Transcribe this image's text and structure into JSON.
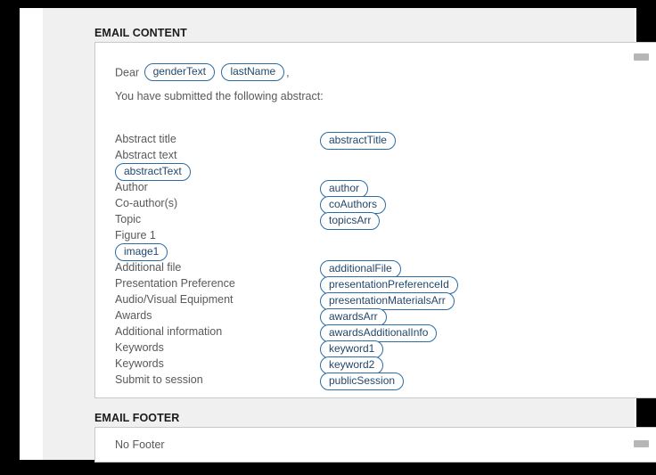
{
  "sections": {
    "content_heading": "EMAIL CONTENT",
    "footer_heading": "EMAIL FOOTER"
  },
  "email_body": {
    "salutation_prefix": "Dear",
    "salutation_tokens": [
      "genderText",
      "lastName"
    ],
    "salutation_suffix": ",",
    "intro_line": "You have submitted the following abstract:"
  },
  "fields": [
    {
      "label": "Abstract title",
      "token": "abstractTitle",
      "stacked": false
    },
    {
      "label": "Abstract text",
      "token": "abstractText",
      "stacked": true
    },
    {
      "label": "Author",
      "token": "author",
      "stacked": false
    },
    {
      "label": "Co-author(s)",
      "token": "coAuthors",
      "stacked": false
    },
    {
      "label": "Topic",
      "token": "topicsArr",
      "stacked": false
    },
    {
      "label": "Figure 1",
      "token": "image1",
      "stacked": true
    },
    {
      "label": "Additional file",
      "token": "additionalFile",
      "stacked": false
    },
    {
      "label": "Presentation Preference",
      "token": "presentationPreferenceId",
      "stacked": false
    },
    {
      "label": "Audio/Visual Equipment",
      "token": "presentationMaterialsArr",
      "stacked": false
    },
    {
      "label": "Awards",
      "token": "awardsArr",
      "stacked": false
    },
    {
      "label": "Additional information",
      "token": "awardsAdditionalInfo",
      "stacked": false
    },
    {
      "label": "Keywords",
      "token": "keyword1",
      "stacked": false
    },
    {
      "label": "Keywords",
      "token": "keyword2",
      "stacked": false
    },
    {
      "label": "Submit to session",
      "token": "publicSession",
      "stacked": false
    }
  ],
  "footer": {
    "text": "No Footer"
  },
  "icons": {
    "minimize": "minimize-icon"
  },
  "colors": {
    "token_border": "#2d6ca2",
    "token_text": "#24476b",
    "label_text": "#58595b",
    "heading_text": "#1b1b1b",
    "panel_border": "#c8c8c8",
    "container_bg": "#f0f0f0"
  }
}
